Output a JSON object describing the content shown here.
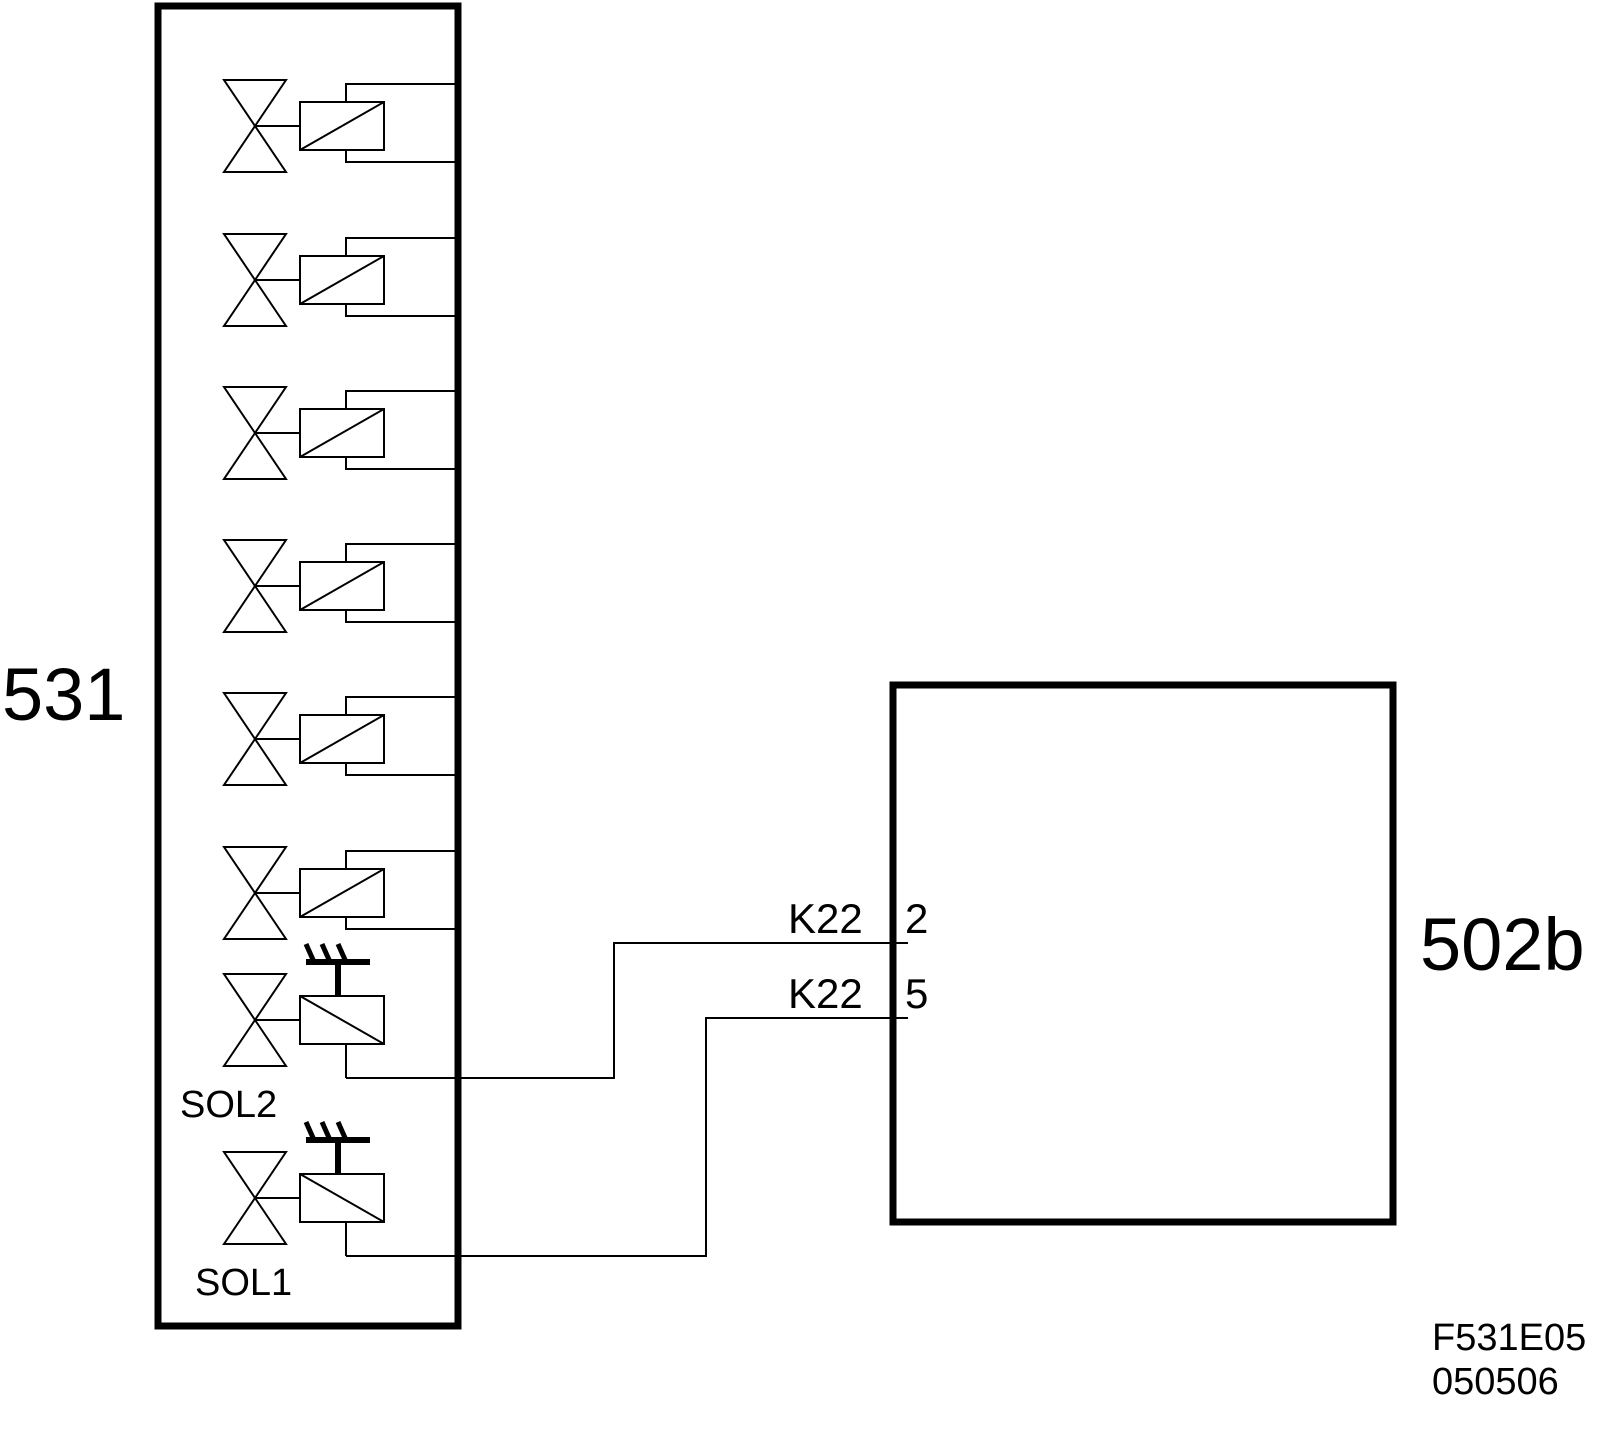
{
  "modules": {
    "left": {
      "label": "531"
    },
    "right": {
      "label": "502b"
    }
  },
  "valves": {
    "count": 8,
    "sol2_label": "SOL2",
    "sol1_label": "SOL1"
  },
  "connectors": [
    {
      "code": "K22",
      "pin": "2"
    },
    {
      "code": "K22",
      "pin": "5"
    }
  ],
  "figure_ref": {
    "code": "F531E05",
    "date": "050506"
  },
  "colors": {
    "line": "#000000",
    "background": "#ffffff"
  }
}
